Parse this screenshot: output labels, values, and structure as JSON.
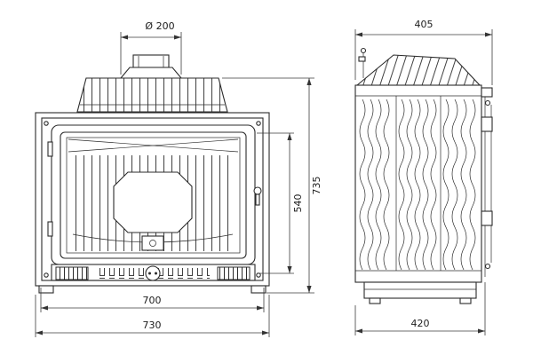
{
  "drawing": {
    "views": {
      "front": {
        "dimensions": {
          "flue_diameter": "Ø 200",
          "overall_height": "735",
          "door_height": "540",
          "firebox_width": "700",
          "overall_width": "730"
        }
      },
      "side": {
        "dimensions": {
          "top_depth": "405",
          "base_depth": "420"
        }
      }
    },
    "colors": {
      "line": "#2b2b2b",
      "dimension_line": "#3c3c3c",
      "background": "#ffffff"
    }
  }
}
